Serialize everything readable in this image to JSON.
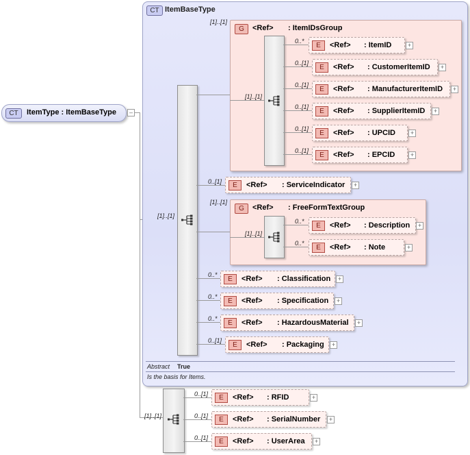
{
  "root": {
    "tag": "CT",
    "label": "ItemType : ItemBaseType",
    "collapse": "–"
  },
  "base": {
    "tag": "CT",
    "title": "ItemBaseType",
    "abstract_label": "Abstract",
    "abstract_value": "True",
    "doc": "Is the basis for Items."
  },
  "seq_main_card": "[1]..[1]",
  "ids_group": {
    "card": "[1]..[1]",
    "tag": "G",
    "ref": "<Ref>",
    "name": ": ItemIDsGroup",
    "seq_card": "[1]..[1]",
    "items": [
      {
        "card": "0..*",
        "tag": "E",
        "ref": "<Ref>",
        "name": ": ItemID"
      },
      {
        "card": "0..[1]",
        "tag": "E",
        "ref": "<Ref>",
        "name": ": CustomerItemID"
      },
      {
        "card": "0..[1]",
        "tag": "E",
        "ref": "<Ref>",
        "name": ": ManufacturerItemID"
      },
      {
        "card": "0..[1]",
        "tag": "E",
        "ref": "<Ref>",
        "name": ": SupplierItemID"
      },
      {
        "card": "0..[1]",
        "tag": "E",
        "ref": "<Ref>",
        "name": ": UPCID"
      },
      {
        "card": "0..[1]",
        "tag": "E",
        "ref": "<Ref>",
        "name": ": EPCID"
      }
    ]
  },
  "service": {
    "card": "0..[1]",
    "tag": "E",
    "ref": "<Ref>",
    "name": ": ServiceIndicator"
  },
  "freeform_group": {
    "card": "[1]..[1]",
    "tag": "G",
    "ref": "<Ref>",
    "name": ": FreeFormTextGroup",
    "seq_card": "[1]..[1]",
    "items": [
      {
        "card": "0..*",
        "tag": "E",
        "ref": "<Ref>",
        "name": ": Description"
      },
      {
        "card": "0..*",
        "tag": "E",
        "ref": "<Ref>",
        "name": ": Note"
      }
    ]
  },
  "tail": [
    {
      "card": "0..*",
      "tag": "E",
      "ref": "<Ref>",
      "name": ": Classification"
    },
    {
      "card": "0..*",
      "tag": "E",
      "ref": "<Ref>",
      "name": ": Specification"
    },
    {
      "card": "0..*",
      "tag": "E",
      "ref": "<Ref>",
      "name": ": HazardousMaterial"
    },
    {
      "card": "0..[1]",
      "tag": "E",
      "ref": "<Ref>",
      "name": ": Packaging"
    }
  ],
  "ext_seq_card": "[1]..[1]",
  "ext": [
    {
      "card": "0..[1]",
      "tag": "E",
      "ref": "<Ref>",
      "name": ": RFID"
    },
    {
      "card": "0..[1]",
      "tag": "E",
      "ref": "<Ref>",
      "name": ": SerialNumber"
    },
    {
      "card": "0..[1]",
      "tag": "E",
      "ref": "<Ref>",
      "name": ": UserArea"
    }
  ],
  "expand_symbol": "+"
}
